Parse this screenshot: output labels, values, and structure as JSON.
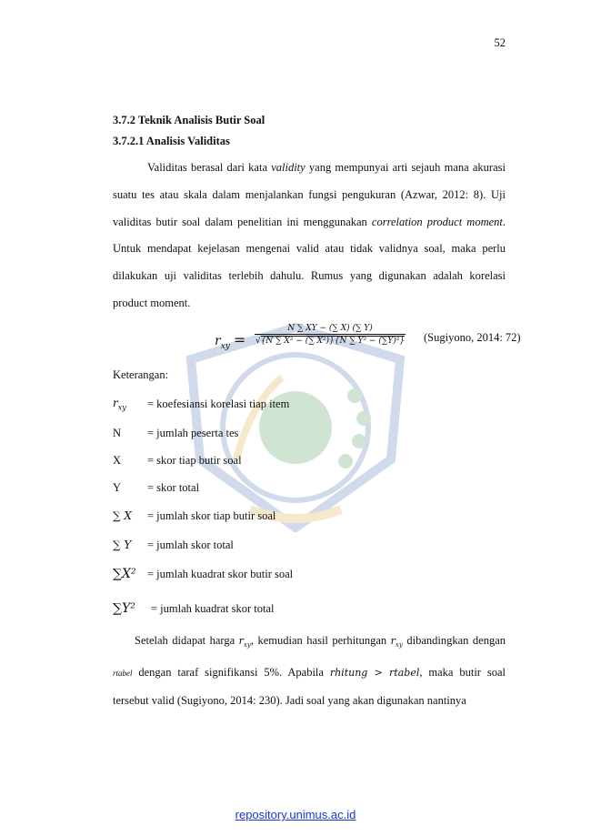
{
  "page_number": "52",
  "heading1": "3.7.2  Teknik Analisis Butir Soal",
  "heading2": "3.7.2.1 Analisis Validitas",
  "para1": {
    "t1": "Validitas berasal dari kata ",
    "t2": "validity",
    "t3": " yang mempunyai arti sejauh mana akurasi suatu tes atau skala dalam menjalankan fungsi pengukuran (Azwar, 2012: 8). Uji validitas butir soal dalam penelitian ini menggunakan ",
    "t4": "correlation product moment",
    "t5": ". Untuk mendapat kejelasan mengenai valid atau tidak validnya soal, maka perlu dilakukan uji validitas terlebih dahulu. Rumus yang digunakan adalah korelasi product moment."
  },
  "formula": {
    "lhs": "r",
    "lhs_sub": "xy",
    "numerator": "N ∑ XY − (∑ X) (∑ Y)",
    "denominator": "{N ∑ X² − (∑ X²)}{N ∑ Y² − (∑Y)²}"
  },
  "formula_citation": "(Sugiyono, 2014: 72)",
  "keterangan_label": "Keterangan:",
  "legend": [
    {
      "symbol": "rxy",
      "desc": "=  koefesiansi korelasi tiap item"
    },
    {
      "symbol": "N",
      "desc": "=  jumlah peserta tes"
    },
    {
      "symbol": "X",
      "desc": "=  skor tiap butir soal"
    },
    {
      "symbol": "Y",
      "desc": "=  skor total"
    },
    {
      "symbol": "∑ X",
      "desc": "=  jumlah skor tiap butir soal"
    },
    {
      "symbol": "∑ Y",
      "desc": "=  jumlah skor total"
    },
    {
      "symbol": "∑X²",
      "desc": "=  jumlah kuadrat skor butir soal"
    },
    {
      "symbol": "∑Y²",
      "desc": "=  jumlah kuadrat skor total"
    }
  ],
  "para2": {
    "t1": "Setelah didapat harga ",
    "t2": ", kemudian hasil perhitungan ",
    "t3": " dibandingkan dengan ",
    "t4": " dengan taraf signifikansi 5%.  Apabila ",
    "t5": ", maka butir soal tersebut valid (Sugiyono, 2014: 230). Jadi soal yang akan digunakan nantinya",
    "rtabel": "rtabel",
    "rhitung": "rhitung > rtabel"
  },
  "footer": "repository.unimus.ac.id"
}
